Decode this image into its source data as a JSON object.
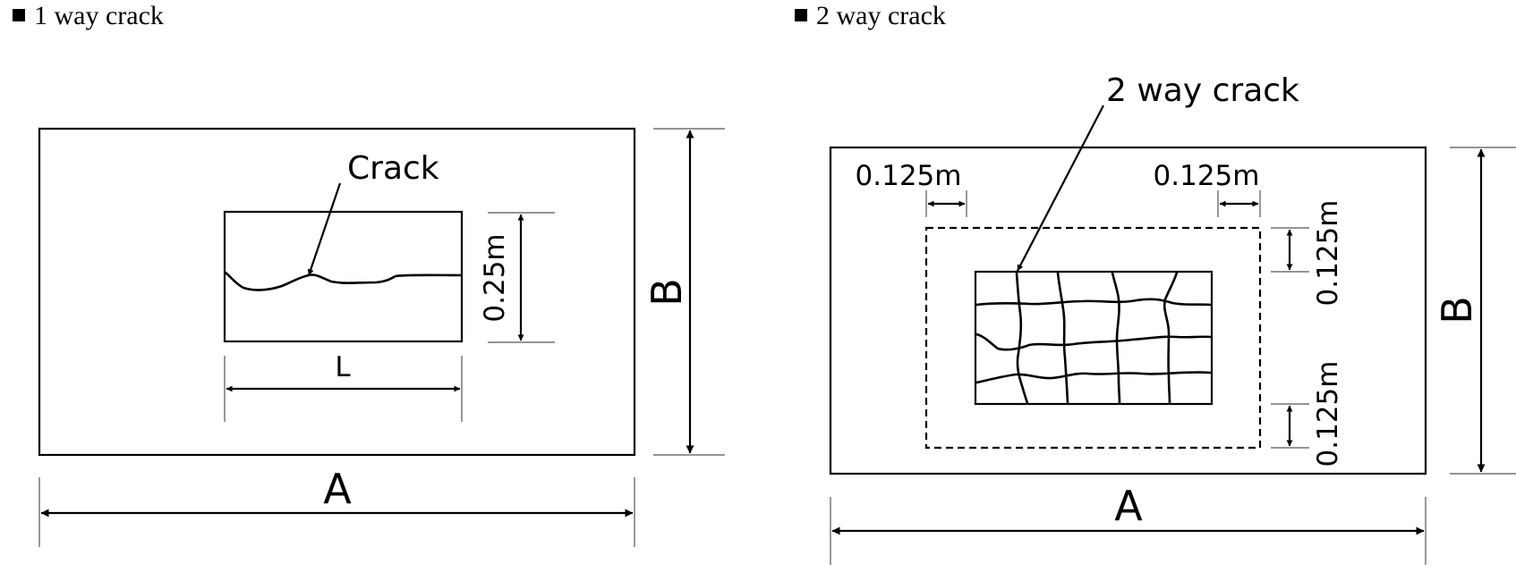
{
  "bullet": "■",
  "one_way": {
    "title": "1 way crack",
    "crack_label": "Crack",
    "dim_height": "0.25m",
    "dim_length": "L",
    "dim_a": "A",
    "dim_b": "B"
  },
  "two_way": {
    "title": "2 way crack",
    "crack_label": "2 way crack",
    "offset_left": "0.125m",
    "offset_right": "0.125m",
    "offset_top": "0.125m",
    "offset_bottom": "0.125m",
    "dim_a": "A",
    "dim_b": "B"
  }
}
